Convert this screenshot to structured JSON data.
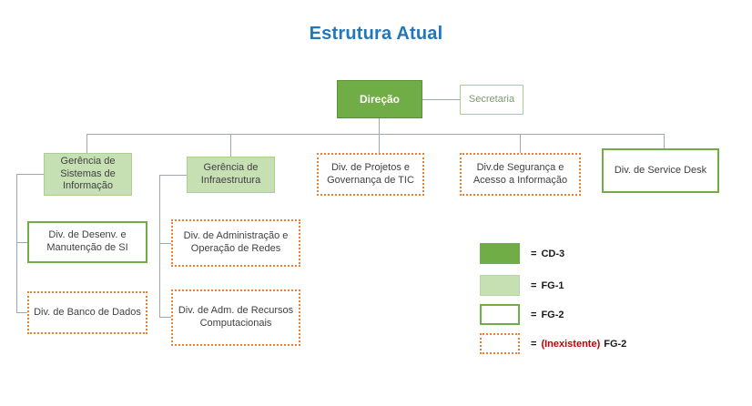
{
  "title": "Estrutura Atual",
  "colors": {
    "title_blue": "#2077BE",
    "cd3_fill": "#70AD47",
    "fg1_fill": "#C6E0B4",
    "fg2_border": "#70AD47",
    "inexistente_border": "#ED7D31",
    "inexistente_text": "#C00000",
    "connector": "#9FA8B0"
  },
  "nodes": {
    "direcao": {
      "label": "Direção",
      "type": "CD-3"
    },
    "secretaria": {
      "label": "Secretaria",
      "type": "FG-1"
    },
    "ger_si": {
      "label": "Gerência de Sistemas de Informação",
      "type": "FG-1"
    },
    "ger_infra": {
      "label": "Gerência de Infraestrutura",
      "type": "FG-1"
    },
    "div_projetos": {
      "label": "Div. de Projetos e Governança de TIC",
      "type": "(Inexistente) FG-2"
    },
    "div_seguranca": {
      "label": "Div.de Segurança e Acesso a Informação",
      "type": "(Inexistente) FG-2"
    },
    "div_service_desk": {
      "label": "Div. de Service Desk",
      "type": "FG-2"
    },
    "div_desenv": {
      "label": "Div. de Desenv. e Manutenção de SI",
      "type": "FG-2"
    },
    "div_banco": {
      "label": "Div. de Banco de Dados",
      "type": "(Inexistente) FG-2"
    },
    "div_adm_redes": {
      "label": "Div. de Administração e Operação de Redes",
      "type": "(Inexistente) FG-2"
    },
    "div_adm_recursos": {
      "label": "Div. de Adm. de Recursos Computacionais",
      "type": "(Inexistente) FG-2"
    }
  },
  "legend": {
    "items": [
      {
        "type": "CD-3",
        "eq": "=",
        "label": "CD-3"
      },
      {
        "type": "FG-1",
        "eq": "=",
        "label": "FG-1"
      },
      {
        "type": "FG-2",
        "eq": "=",
        "label": "FG-2"
      },
      {
        "type": "(Inexistente) FG-2",
        "eq": "=",
        "red": "(Inexistente)",
        "label": "FG-2"
      }
    ]
  }
}
